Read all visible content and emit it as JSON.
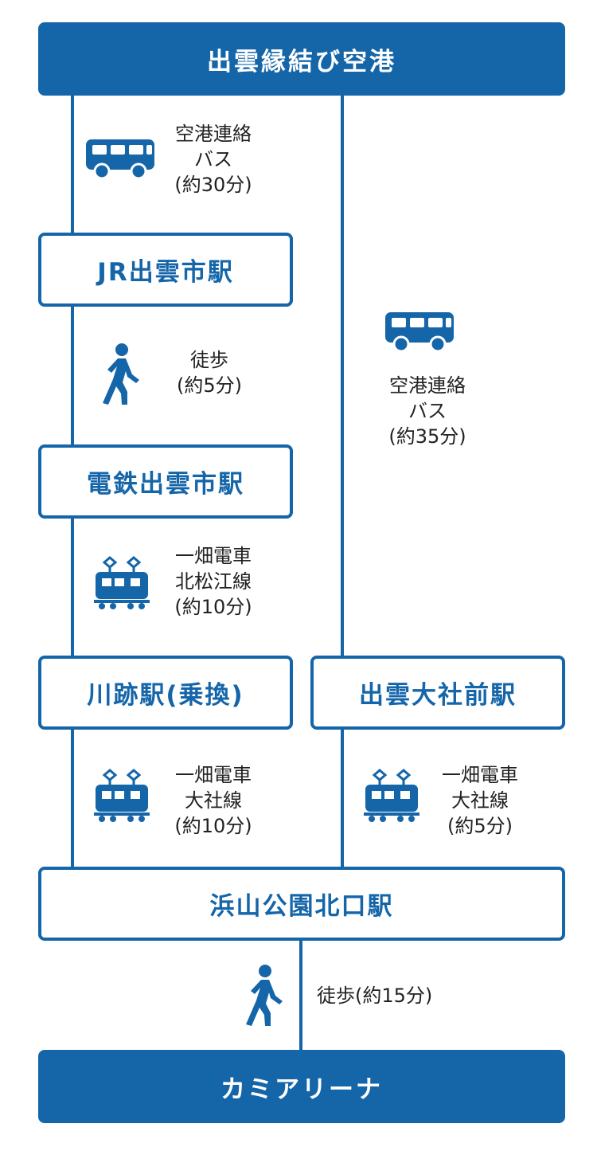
{
  "colors": {
    "accent": "#1565a9",
    "text": "#222222",
    "background": "#ffffff"
  },
  "stations": {
    "airport": "出雲縁結び空港",
    "jr_izumoshi": "JR出雲市駅",
    "dentetsu_izumoshi": "電鉄出雲市駅",
    "kawato": "川跡駅(乗換)",
    "izumo_taisha_mae": "出雲大社前駅",
    "hamayama": "浜山公園北口駅",
    "destination": "カミアリーナ"
  },
  "legs": {
    "airport_to_jr": {
      "icon": "bus-icon",
      "lines": [
        "空港連絡",
        "バス",
        "(約30分)"
      ]
    },
    "jr_to_dentetsu": {
      "icon": "walking-person-icon",
      "lines": [
        "徒歩",
        "(約5分)"
      ]
    },
    "dentetsu_to_kawato": {
      "icon": "train-icon",
      "lines": [
        "一畑電車",
        "北松江線",
        "(約10分)"
      ]
    },
    "airport_to_taisha": {
      "icon": "bus-icon",
      "lines": [
        "空港連絡",
        "バス",
        "(約35分)"
      ]
    },
    "kawato_to_hamayama": {
      "icon": "train-icon",
      "lines": [
        "一畑電車",
        "大社線",
        "(約10分)"
      ]
    },
    "taisha_to_hamayama": {
      "icon": "train-icon",
      "lines": [
        "一畑電車",
        "大社線",
        "(約5分)"
      ]
    },
    "hamayama_to_arena": {
      "icon": "walking-person-icon",
      "lines": [
        "徒歩(約15分)"
      ]
    }
  }
}
